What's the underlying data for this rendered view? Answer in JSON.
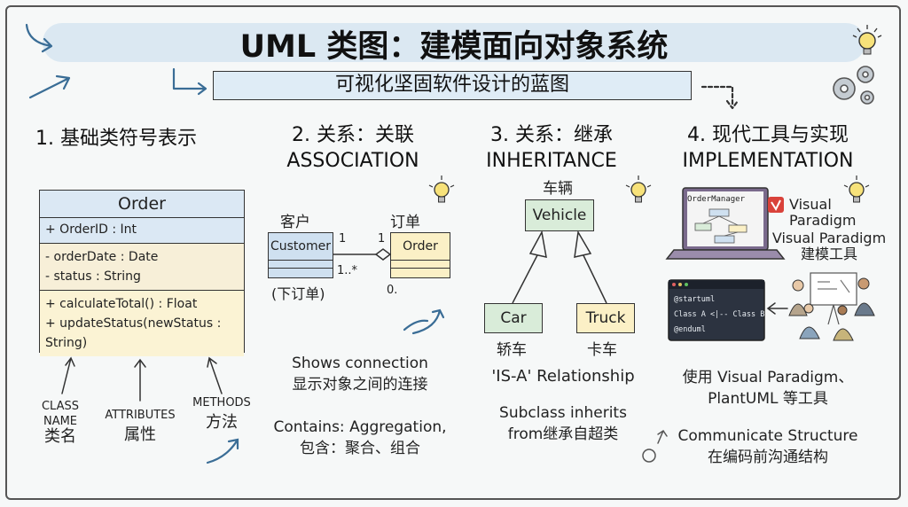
{
  "title": "UML 类图：建模面向对象系统",
  "subtitle": "可视化坚固软件设计的蓝图",
  "sections": {
    "s1": {
      "heading": "1. 基础类符号表示",
      "class_name": "Order",
      "attributes_public": "+ OrderID : Int",
      "attr_private_1": "- orderDate : Date",
      "attr_private_2": "- status : String",
      "method_1": "+ calculateTotal() : Float",
      "method_2": "+ updateStatus(newStatus : String)",
      "label_class_1": "CLASS",
      "label_class_2": "NAME",
      "label_class_cn": "类名",
      "label_attr": "ATTRIBUTES",
      "label_attr_cn": "属性",
      "label_methods": "METHODS",
      "label_methods_cn": "方法"
    },
    "s2": {
      "heading_1": "2. 关系：关联",
      "heading_2": "ASSOCIATION",
      "customer_cn": "客户",
      "customer": "Customer",
      "order_cn": "订单",
      "order": "Order",
      "mult_left": "1",
      "mult_right": "1",
      "mult_many": "1..*",
      "mult_zero": "0.",
      "place_order": "(下订单)",
      "desc_1": "Shows connection",
      "desc_2": "显示对象之间的连接",
      "desc_3": "Contains: Aggregation,",
      "desc_4": "包含：聚合、组合"
    },
    "s3": {
      "heading_1": "3. 关系：继承",
      "heading_2": "INHERITANCE",
      "vehicle_cn": "车辆",
      "vehicle": "Vehicle",
      "car": "Car",
      "car_cn": "轿车",
      "truck": "Truck",
      "truck_cn": "卡车",
      "desc_1": "'IS-A' Relationship",
      "desc_2": "Subclass inherits",
      "desc_3": "from继承自超类"
    },
    "s4": {
      "heading_1": "4. 现代工具与实现",
      "heading_2": "IMPLEMENTATION",
      "laptop_title": "OrderManager",
      "vp_1": "Visual",
      "vp_2": "Paradigm",
      "vp_3": "Visual Paradigm",
      "vp_4": "建模工具",
      "code_1": "@startuml",
      "code_2": "Class A <|-- Class B",
      "code_3": "@enduml",
      "desc_1": "使用 Visual Paradigm、",
      "desc_2": "PlantUML 等工具",
      "desc_3": "Communicate Structure",
      "desc_4": "在编码前沟通结构"
    }
  },
  "colors": {
    "class_blue": "#cfe0f0",
    "class_yellow": "#fbf0c6",
    "class_green": "#d9ecd9",
    "banner": "#dbe8f2",
    "accent_arrow": "#4f7fa6"
  }
}
